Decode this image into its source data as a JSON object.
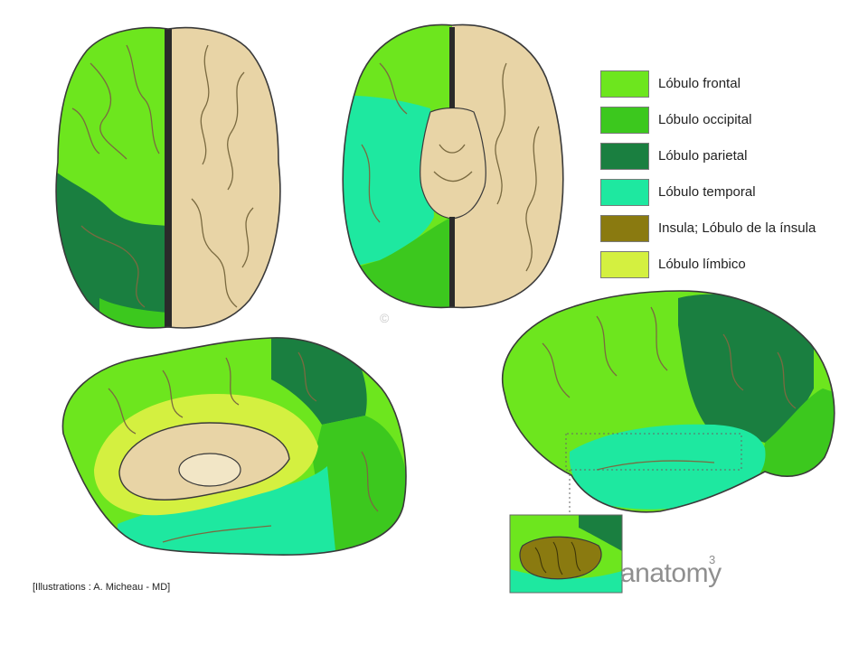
{
  "legend": [
    {
      "label": "Lóbulo frontal",
      "color": "#6de61e"
    },
    {
      "label": "Lóbulo occipital",
      "color": "#3cc81e"
    },
    {
      "label": "Lóbulo parietal",
      "color": "#1a7f40"
    },
    {
      "label": "Lóbulo temporal",
      "color": "#1ee8a0"
    },
    {
      "label": "Insula; Lóbulo de la ínsula",
      "color": "#8a7a10"
    },
    {
      "label": "Lóbulo límbico",
      "color": "#d4f040"
    }
  ],
  "colors": {
    "neutral": "#e8d4a6",
    "outline": "#3a3a3a",
    "sulcus": "#7a6a40",
    "fissure": "#2a2a2a"
  },
  "credit": "[Illustrations : A. Micheau - MD]",
  "brand": {
    "text": "anatomy",
    "superscript": "3"
  },
  "watermark": "©"
}
